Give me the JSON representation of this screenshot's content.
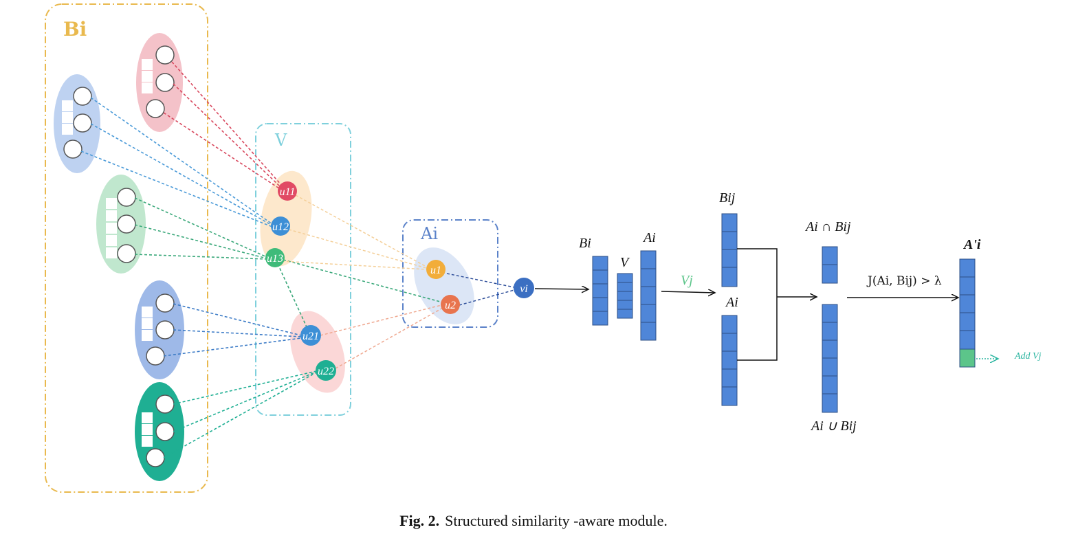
{
  "groups": {
    "bi": "Bi",
    "v": "V",
    "ai": "Ai"
  },
  "nodes": {
    "u11": "u11",
    "u12": "u12",
    "u13": "u13",
    "u21": "u21",
    "u22": "u22",
    "u1": "u1",
    "u2": "u2",
    "vi": "vi"
  },
  "vectors": {
    "bi": "Bi",
    "v": "V",
    "ai": "Ai",
    "vj": "Vj",
    "bij": "Bij",
    "ai2": "Ai",
    "intersection": "Ai ∩ Bij",
    "union": "Ai ∪ Bij",
    "condition": "J(Ai, Bij) > λ",
    "ai_prime": "A'i",
    "add_vj": "Add Vj"
  },
  "caption": {
    "label": "Fig. 2.",
    "text": "Structured similarity -aware module."
  },
  "colors": {
    "orange": "#e9b94e",
    "cyan": "#7fd0dc",
    "blue_group": "#5b82c9",
    "vector_blue": "#4f86d8",
    "vector_green": "#5cc58a",
    "red": "#e05a70",
    "dark_blue": "#3b6fc2",
    "green": "#3fbb7a",
    "teal": "#1faf93"
  }
}
